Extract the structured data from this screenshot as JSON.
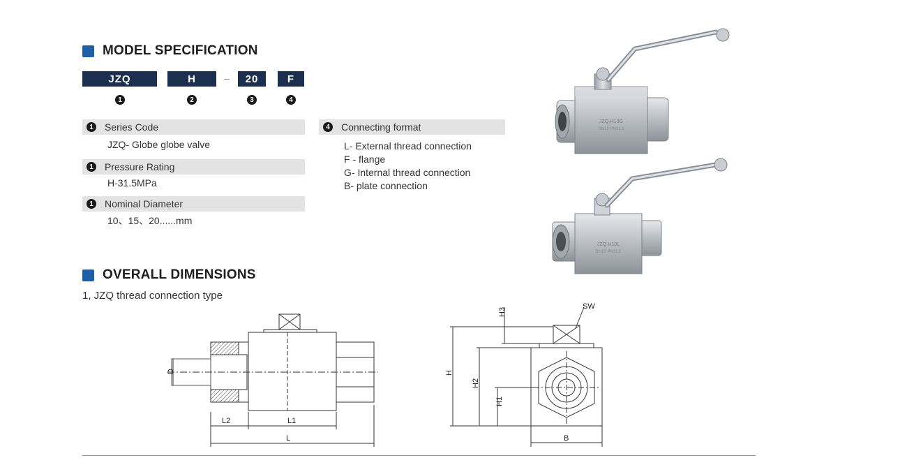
{
  "model_spec": {
    "title": "MODEL SPECIFICATION",
    "codes": [
      {
        "text": "JZQ",
        "num": "1"
      },
      {
        "text": "H",
        "num": "2"
      },
      {
        "text": "20",
        "num": "3"
      },
      {
        "text": "F",
        "num": "4"
      }
    ],
    "dash": "–"
  },
  "series_code": {
    "num": "1",
    "label": "Series Code",
    "value": "JZQ- Globe globe valve"
  },
  "pressure_rating": {
    "num": "1",
    "label": "Pressure Rating",
    "value": "H-31.5MPa"
  },
  "nominal_diameter": {
    "num": "1",
    "label": "Nominal Diameter",
    "value": "10、15、20......mm"
  },
  "connecting_format": {
    "num": "4",
    "label": "Connecting format",
    "options": [
      "L- External thread connection",
      "F - flange",
      "G- Internal thread connection",
      "B- plate connection"
    ]
  },
  "dimensions": {
    "title": "OVERALL DIMENSIONS",
    "subtitle": "1, JZQ thread connection type",
    "side_labels": {
      "d": "D",
      "l2": "L2",
      "l1": "L1",
      "l": "L"
    },
    "front_labels": {
      "h3": "H3",
      "sw": "SW",
      "h": "H",
      "h2": "H2",
      "h1": "H1",
      "b": "B"
    }
  },
  "colors": {
    "accent": "#1f5fa6",
    "code_box": "#1c2f4f",
    "bar": "#e3e3e3"
  }
}
